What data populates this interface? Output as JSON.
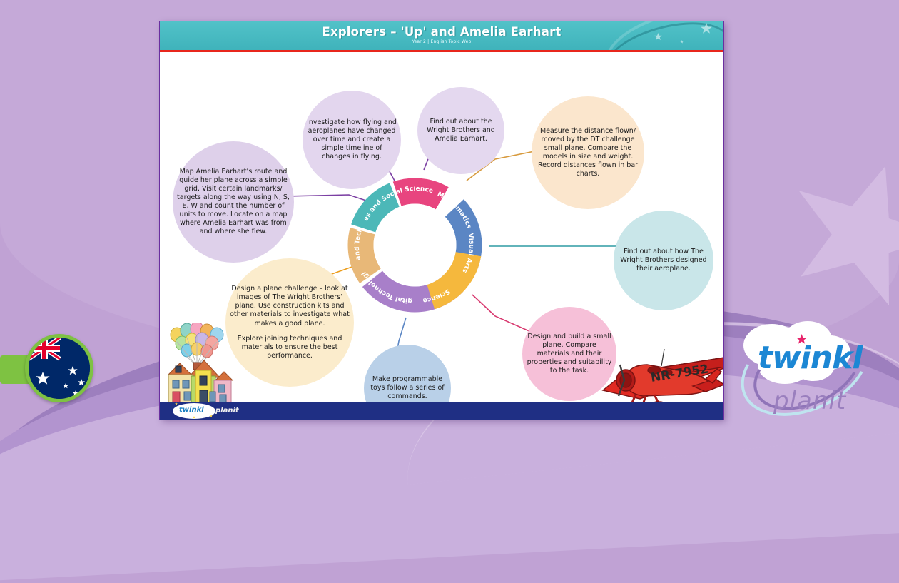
{
  "background": {
    "page_color": "#c0a2d4",
    "accent_dark": "#9d7fbe",
    "star_color": "#d3bbe2"
  },
  "slide": {
    "banner": {
      "title": "Explorers – 'Up' and Amelia Earhart",
      "subtitle": "Year 2 | English Topic Web",
      "bg_color": "#49bdc4",
      "rule_color": "#e8261c"
    },
    "footer": {
      "bg_color": "#1f2f84",
      "logo_text": "twinkl",
      "logo_suffix": "planit"
    }
  },
  "wheel": {
    "segments": [
      {
        "id": "hass",
        "label": "Humanities and Social Sciences (HASS)",
        "color": "#a87fc9"
      },
      {
        "id": "maths",
        "label": "Mathematics",
        "color": "#e8b878"
      },
      {
        "id": "arts",
        "label": "Visual Arts",
        "color": "#4cb8b8"
      },
      {
        "id": "science",
        "label": "Science",
        "color": "#e8457f"
      },
      {
        "id": "digitech",
        "label": "Digital Technologies",
        "color": "#5b86c4"
      },
      {
        "id": "designtech",
        "label": "Design and Technology",
        "color": "#f5b83d"
      }
    ]
  },
  "bubbles": [
    {
      "id": "hass-map",
      "segment": "Humanities and Social Sciences (HASS)",
      "color": "#ded0ea",
      "paragraphs": [
        "Map Amelia Earhart’s route and guide her plane across a simple grid. Visit certain landmarks/ targets along the way using N, S, E, W and count the number of units to move. Locate on a map where Amelia Earhart was from and where she flew."
      ]
    },
    {
      "id": "hass-timeline",
      "segment": "Humanities and Social Sciences (HASS)",
      "color": "#e3d6ee",
      "paragraphs": [
        "Investigate how flying and aeroplanes have changed over time and create a simple timeline of changes in flying."
      ]
    },
    {
      "id": "hass-findout",
      "segment": "Humanities and Social Sciences (HASS)",
      "color": "#e4d8ef",
      "paragraphs": [
        "Find out about the Wright Brothers and Amelia Earhart."
      ]
    },
    {
      "id": "maths-measure",
      "segment": "Mathematics",
      "color": "#fbe6cd",
      "paragraphs": [
        "Measure the distance flown/ moved by the DT challenge small plane. Compare the models in size and weight. Record distances flown in bar charts."
      ]
    },
    {
      "id": "arts-design",
      "segment": "Visual Arts",
      "color": "#c9e6e9",
      "paragraphs": [
        "Find out about how The Wright Brothers designed their aeroplane."
      ]
    },
    {
      "id": "science-build",
      "segment": "Science",
      "color": "#f6c0d8",
      "paragraphs": [
        "Design and build a small plane. Compare materials and their properties and suitability to the task."
      ]
    },
    {
      "id": "digitech-toys",
      "segment": "Digital Technologies",
      "color": "#b9d0e8",
      "paragraphs": [
        "Make programmable toys follow a series of commands."
      ]
    },
    {
      "id": "designtech-challenge",
      "segment": "Design and Technology",
      "color": "#fbeccc",
      "paragraphs": [
        "Design a plane challenge – look at images of The Wright Brothers’ plane. Use construction kits and other materials to investigate what makes a good plane.",
        "Explore joining techniques and materials to ensure the best performance."
      ]
    }
  ],
  "artwork": {
    "up_house": "up-house-with-balloons",
    "plane": "red-lockheed-vega-aeroplane",
    "plane_registration": "NR-7952",
    "flag_badge": "australian-flag-badge"
  },
  "brand": {
    "name": "twinkl",
    "product": "planit",
    "product_tail": "t"
  }
}
